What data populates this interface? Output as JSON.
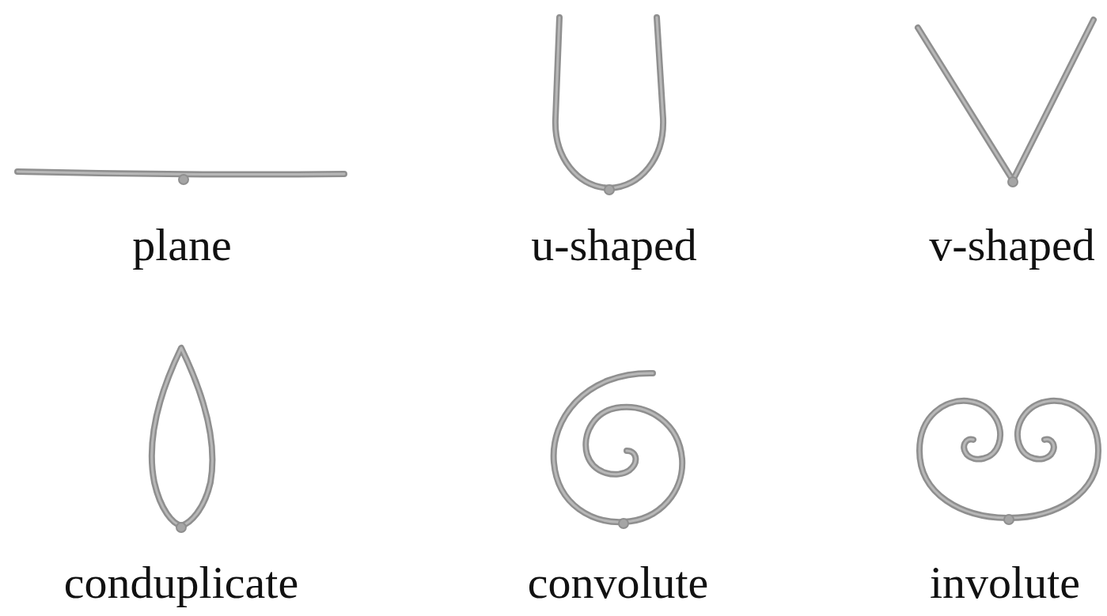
{
  "diagram": {
    "labels": [
      "plane",
      "u-shaped",
      "v-shaped",
      "conduplicate",
      "convolute",
      "involute"
    ]
  }
}
